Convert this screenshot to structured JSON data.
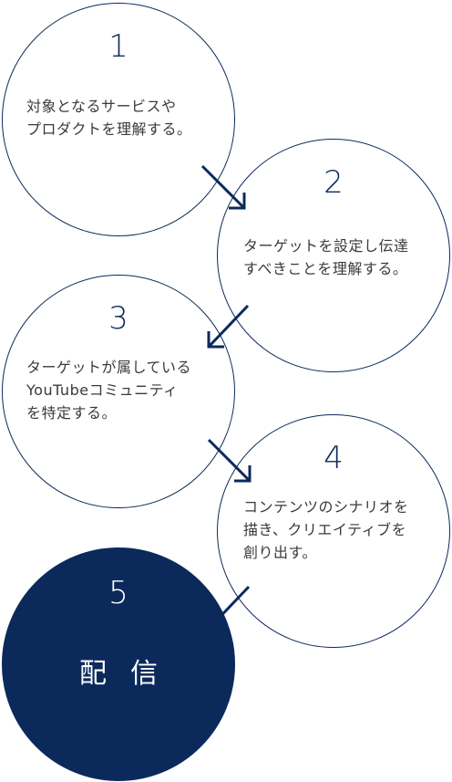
{
  "steps": [
    {
      "number": "1",
      "lines": [
        "対象となるサービスや",
        "プロダクトを理解する。"
      ]
    },
    {
      "number": "2",
      "lines": [
        "ターゲットを設定し伝達",
        "すべきことを理解する。"
      ]
    },
    {
      "number": "3",
      "lines": [
        "ターゲットが属している",
        "YouTubeコミュニティ",
        "を特定する。"
      ]
    },
    {
      "number": "4",
      "lines": [
        "コンテンツのシナリオを",
        "描き、クリエイティブを",
        "創り出す。"
      ]
    },
    {
      "number": "5",
      "label": "配信"
    }
  ],
  "colors": {
    "navy": "#0b2a5b",
    "text": "#3a3a3a",
    "background": "#ffffff"
  }
}
